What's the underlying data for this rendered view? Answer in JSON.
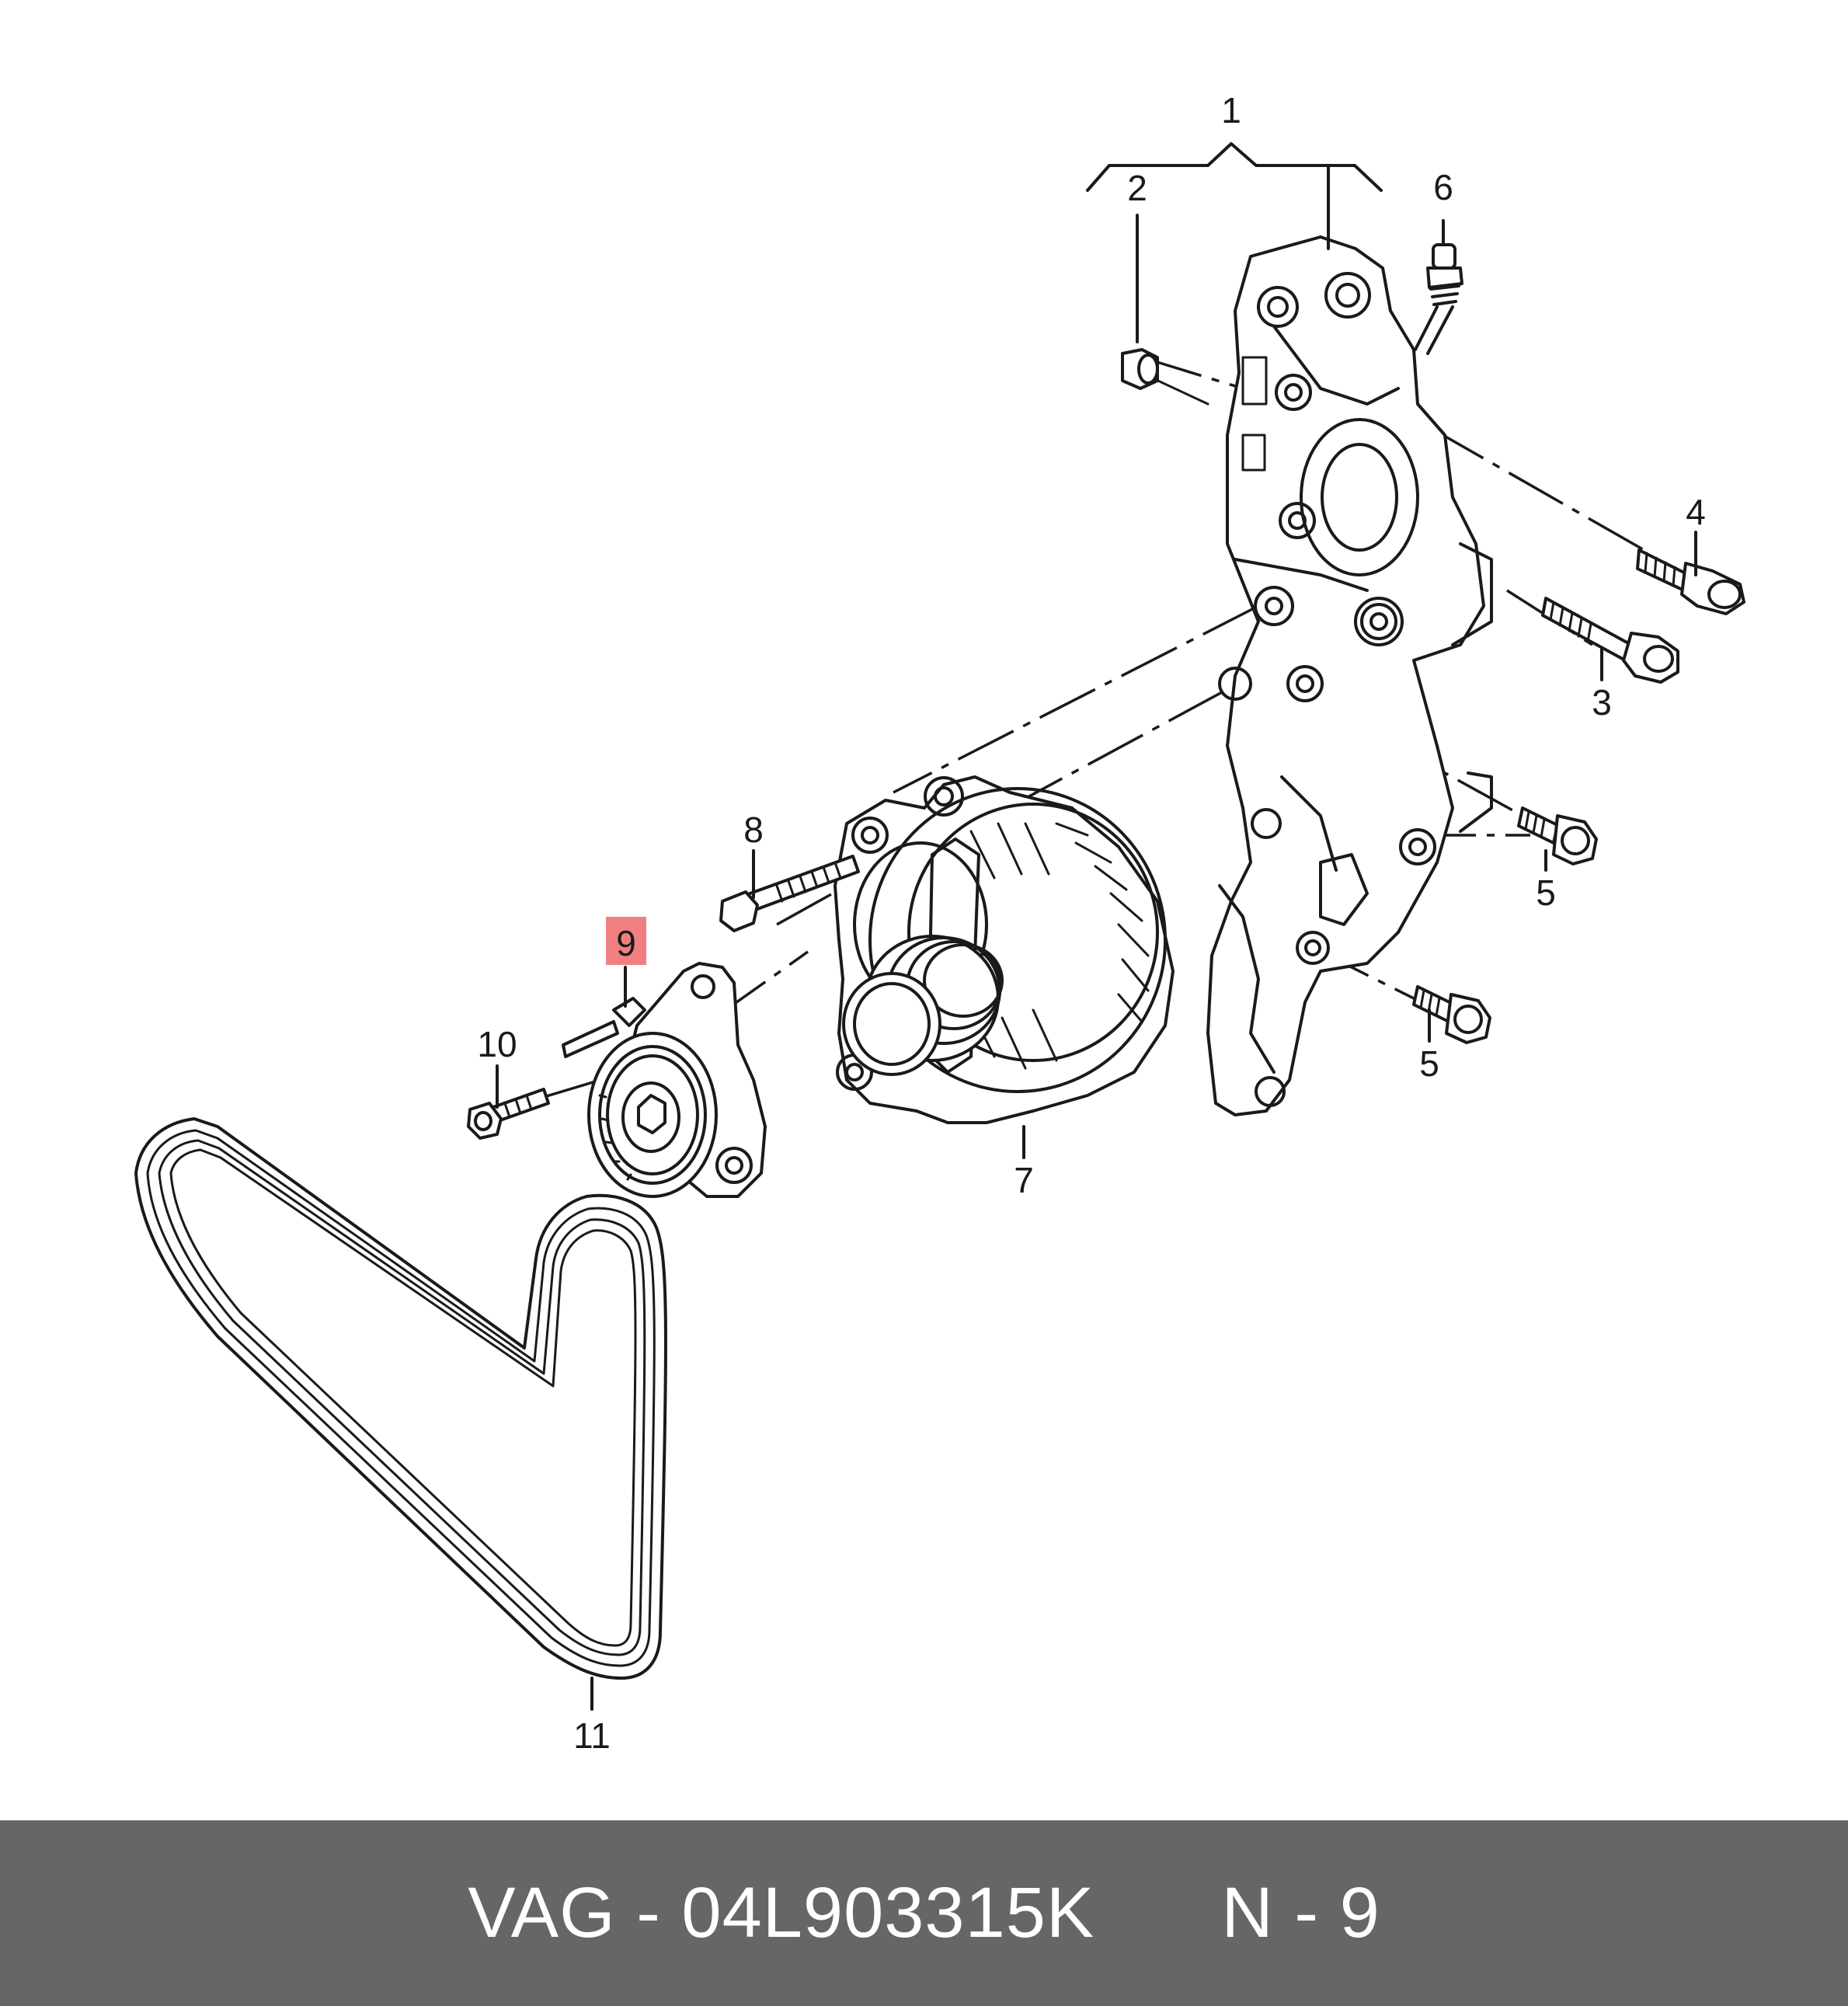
{
  "diagram": {
    "callouts": [
      {
        "id": "1",
        "label": "1",
        "highlighted": false
      },
      {
        "id": "2",
        "label": "2",
        "highlighted": false
      },
      {
        "id": "3",
        "label": "3",
        "highlighted": false
      },
      {
        "id": "4",
        "label": "4",
        "highlighted": false
      },
      {
        "id": "5a",
        "label": "5",
        "highlighted": false
      },
      {
        "id": "5b",
        "label": "5",
        "highlighted": false
      },
      {
        "id": "6",
        "label": "6",
        "highlighted": false
      },
      {
        "id": "7",
        "label": "7",
        "highlighted": false
      },
      {
        "id": "8",
        "label": "8",
        "highlighted": false
      },
      {
        "id": "9",
        "label": "9",
        "highlighted": true
      },
      {
        "id": "10",
        "label": "10",
        "highlighted": false
      },
      {
        "id": "11",
        "label": "11",
        "highlighted": false
      }
    ],
    "colors": {
      "line": "#1a1a1a",
      "highlight": "#f08080",
      "footer_bg": "#666666",
      "footer_text": "#ffffff"
    }
  },
  "footer": {
    "brand": "VAG",
    "separator": "-",
    "part_number": "04L903315K",
    "position_prefix": "N",
    "position_separator": "-",
    "position_value": "9"
  }
}
